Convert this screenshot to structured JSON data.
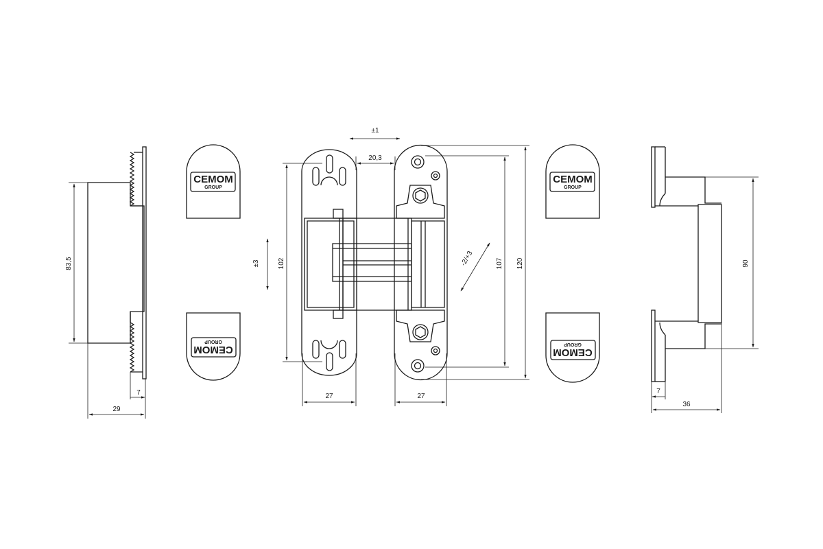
{
  "dimensions": {
    "height_83_5": "83,5",
    "width_7_left": "7",
    "width_29": "29",
    "adjust_1": "±1",
    "gap_20_3": "20,3",
    "adjust_3": "±3",
    "height_102": "102",
    "width_27_left": "27",
    "width_27_right": "27",
    "adjust_2_3": "-2/+3",
    "height_107": "107",
    "height_120": "120",
    "height_90": "90",
    "width_7_right": "7",
    "width_36": "36"
  },
  "logo": {
    "brand": "CEMOM",
    "sub": "GROUP"
  }
}
